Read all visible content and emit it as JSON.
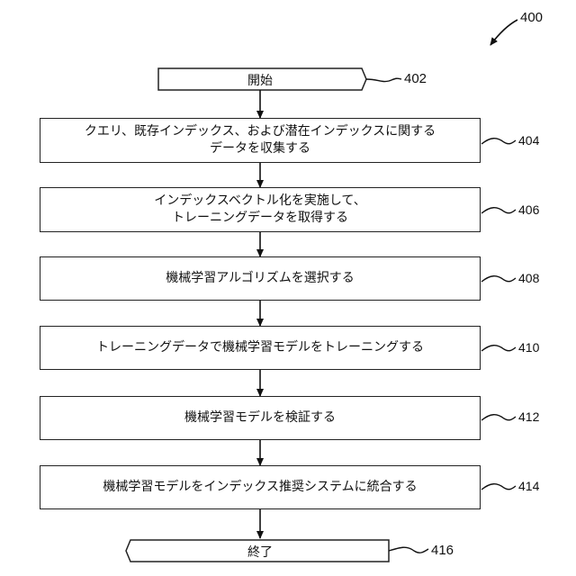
{
  "figure_ref": "400",
  "start": {
    "label": "開始",
    "ref": "402"
  },
  "steps": [
    {
      "ref": "404",
      "lines": [
        "クエリ、既存インデックス、および潜在インデックスに関する",
        "データを収集する"
      ]
    },
    {
      "ref": "406",
      "lines": [
        "インデックスベクトル化を実施して、",
        "トレーニングデータを取得する"
      ]
    },
    {
      "ref": "408",
      "lines": [
        "機械学習アルゴリズムを選択する"
      ]
    },
    {
      "ref": "410",
      "lines": [
        "トレーニングデータで機械学習モデルをトレーニングする"
      ]
    },
    {
      "ref": "412",
      "lines": [
        "機械学習モデルを検証する"
      ]
    },
    {
      "ref": "414",
      "lines": [
        "機械学習モデルをインデックス推奨システムに統合する"
      ]
    }
  ],
  "end": {
    "label": "終了",
    "ref": "416"
  }
}
